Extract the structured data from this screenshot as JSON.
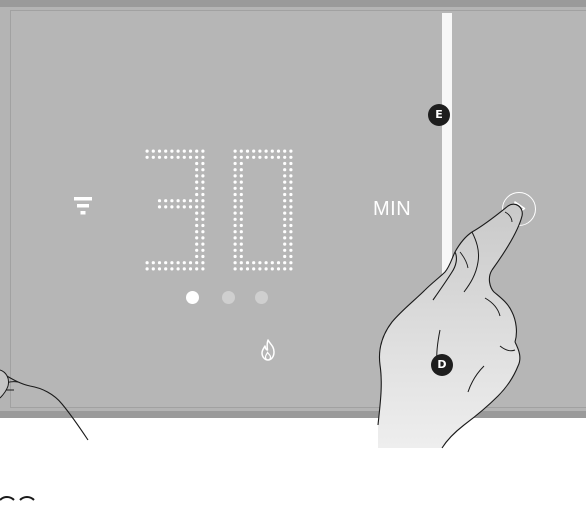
{
  "display": {
    "value": "30",
    "unit_label": "MIN"
  },
  "markers": {
    "top": "E",
    "bottom": "D"
  },
  "indicators": {
    "dots": [
      {
        "state": "active",
        "color": "#ffffff"
      },
      {
        "state": "inactive",
        "color": "#d0d0d0"
      },
      {
        "state": "inactive",
        "color": "#d0d0d0"
      }
    ]
  },
  "icons": {
    "fan": "fan-speed-icon",
    "flame": "flame-icon",
    "play": "play-icon"
  },
  "colors": {
    "panel": "#b6b6b6",
    "light_bar": "#f7f7f7",
    "marker": "#1e1e1e",
    "text": "#ffffff"
  }
}
